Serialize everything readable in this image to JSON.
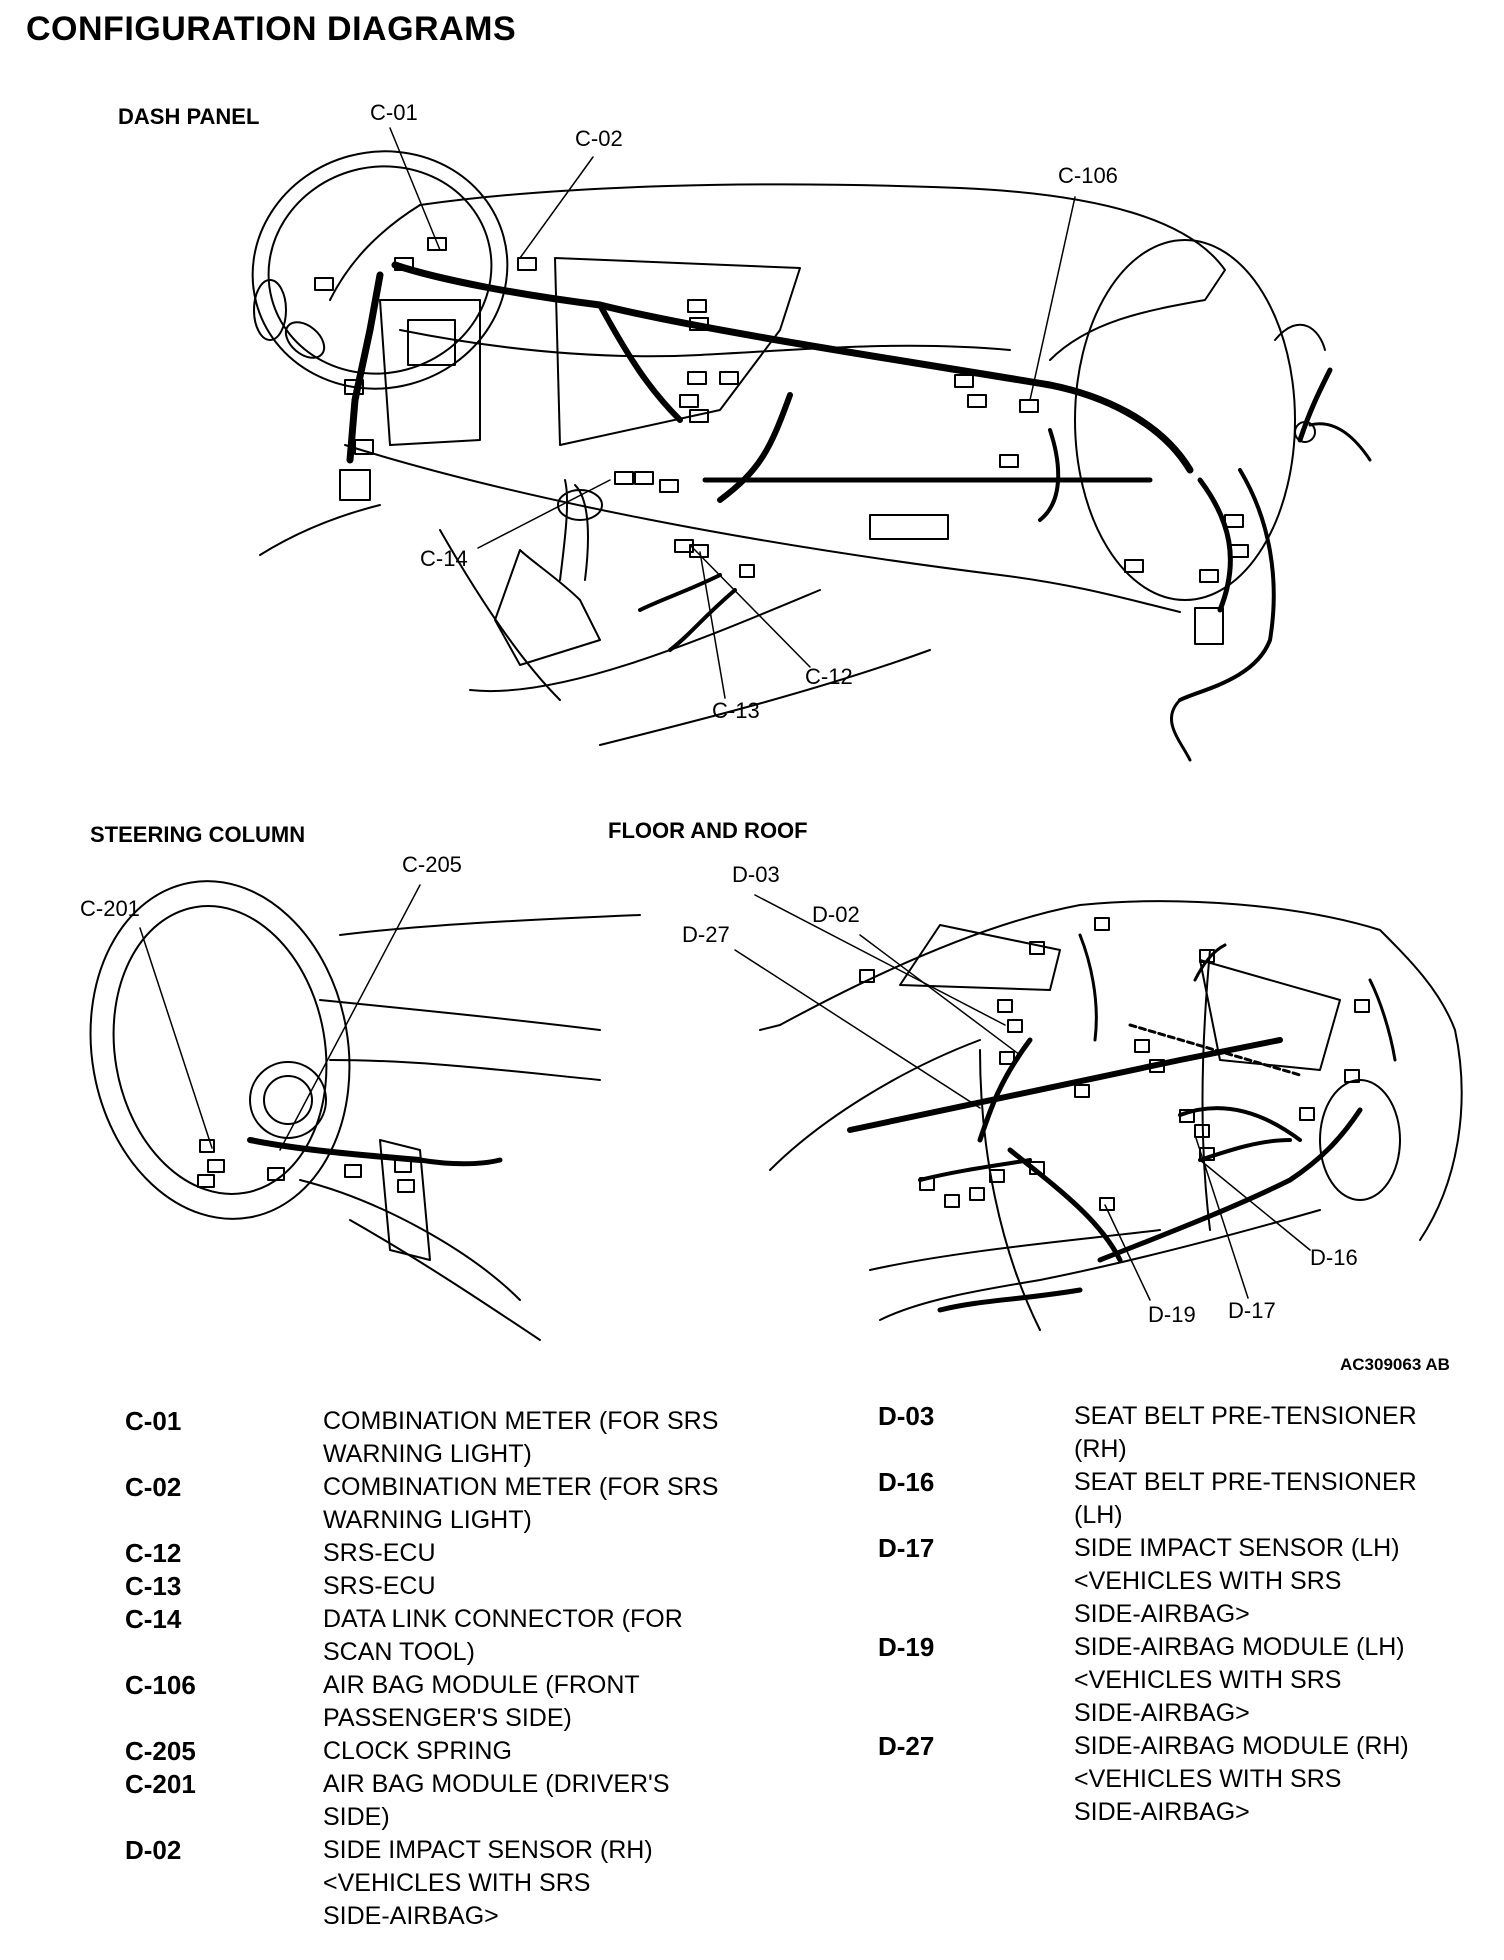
{
  "page_title": "CONFIGURATION DIAGRAMS",
  "sections": {
    "dash_panel": "DASH PANEL",
    "steering_column": "STEERING COLUMN",
    "floor_and_roof": "FLOOR AND ROOF"
  },
  "callouts": {
    "c01": "C-01",
    "c02": "C-02",
    "c106": "C-106",
    "c14": "C-14",
    "c12": "C-12",
    "c13": "C-13",
    "c201": "C-201",
    "c205": "C-205",
    "d03": "D-03",
    "d02": "D-02",
    "d27": "D-27",
    "d16": "D-16",
    "d19": "D-19",
    "d17": "D-17"
  },
  "figure_code": "AC309063 AB",
  "legend_left": [
    {
      "code": "C-01",
      "lines": [
        "COMBINATION METER (FOR SRS",
        "WARNING LIGHT)"
      ]
    },
    {
      "code": "C-02",
      "lines": [
        "COMBINATION METER (FOR SRS",
        "WARNING LIGHT)"
      ]
    },
    {
      "code": "C-12",
      "lines": [
        "SRS-ECU"
      ]
    },
    {
      "code": "C-13",
      "lines": [
        "SRS-ECU"
      ]
    },
    {
      "code": "C-14",
      "lines": [
        "DATA LINK CONNECTOR (FOR",
        "SCAN TOOL)"
      ]
    },
    {
      "code": "C-106",
      "lines": [
        "AIR BAG MODULE (FRONT",
        "PASSENGER'S SIDE)"
      ]
    },
    {
      "code": "C-205",
      "lines": [
        "CLOCK SPRING"
      ]
    },
    {
      "code": "C-201",
      "lines": [
        "AIR BAG MODULE (DRIVER'S",
        "SIDE)"
      ]
    },
    {
      "code": "D-02",
      "lines": [
        "SIDE IMPACT SENSOR (RH)",
        "<VEHICLES WITH SRS",
        "SIDE-AIRBAG>"
      ]
    }
  ],
  "legend_right": [
    {
      "code": "D-03",
      "lines": [
        "SEAT BELT PRE-TENSIONER",
        "(RH)"
      ]
    },
    {
      "code": "D-16",
      "lines": [
        "SEAT BELT PRE-TENSIONER",
        "(LH)"
      ]
    },
    {
      "code": "D-17",
      "lines": [
        "SIDE IMPACT SENSOR (LH)",
        "<VEHICLES WITH SRS",
        "SIDE-AIRBAG>"
      ]
    },
    {
      "code": "D-19",
      "lines": [
        "SIDE-AIRBAG MODULE (LH)",
        "<VEHICLES WITH SRS",
        "SIDE-AIRBAG>"
      ]
    },
    {
      "code": "D-27",
      "lines": [
        "SIDE-AIRBAG MODULE (RH)",
        "<VEHICLES WITH SRS",
        "SIDE-AIRBAG>"
      ]
    }
  ]
}
